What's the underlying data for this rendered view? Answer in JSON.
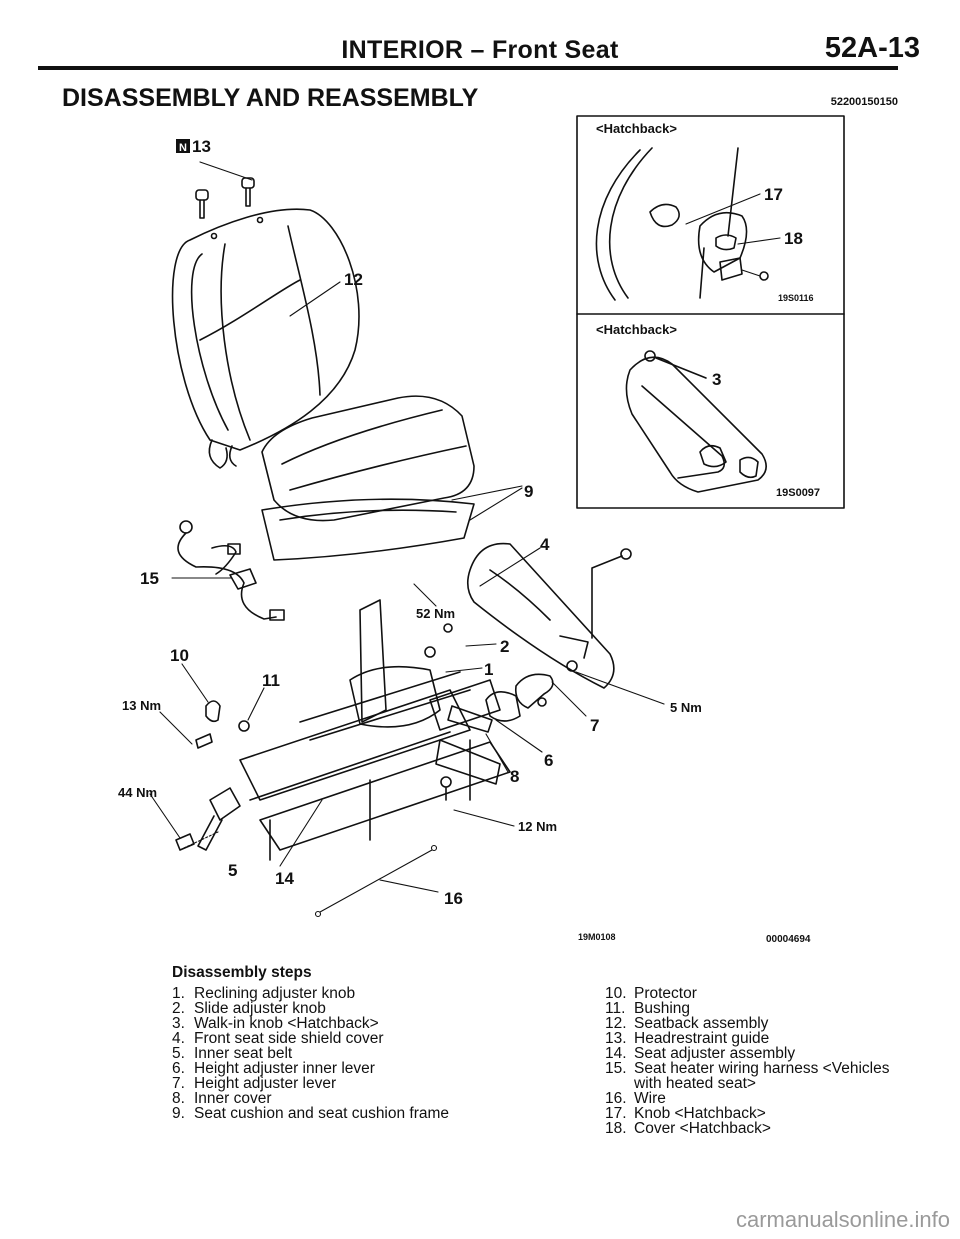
{
  "header": {
    "title": "INTERIOR – Front Seat",
    "page": "52A-13"
  },
  "section": {
    "title": "DISASSEMBLY AND REASSEMBLY",
    "code": "52200150150"
  },
  "figure": {
    "callouts": {
      "c1": "1",
      "c2": "2",
      "c3": "3",
      "c4": "4",
      "c5": "5",
      "c6": "6",
      "c7": "7",
      "c8": "8",
      "c9": "9",
      "c10": "10",
      "c11": "11",
      "c12": "12",
      "c14": "14",
      "c15": "15",
      "c16": "16",
      "c17": "17",
      "c18": "18"
    },
    "n13_badge": "N",
    "n13_label": "13",
    "torques": {
      "t52": "52 Nm",
      "t13": "13 Nm",
      "t44": "44 Nm",
      "t5": "5 Nm",
      "t12": "12 Nm"
    },
    "inset_top": {
      "label": "<Hatchback>",
      "code": "19S0116"
    },
    "inset_bottom": {
      "label": "<Hatchback>",
      "code": "19S0097"
    },
    "code_main": "19M0108",
    "code_sheet": "00004694"
  },
  "steps": {
    "title": "Disassembly steps",
    "left": [
      {
        "num": "1.",
        "text": "Reclining adjuster knob"
      },
      {
        "num": "2.",
        "text": "Slide adjuster knob"
      },
      {
        "num": "3.",
        "text": "Walk-in knob <Hatchback>"
      },
      {
        "num": "4.",
        "text": "Front seat side shield cover"
      },
      {
        "num": "5.",
        "text": "Inner seat belt"
      },
      {
        "num": "6.",
        "text": "Height adjuster inner lever"
      },
      {
        "num": "7.",
        "text": "Height adjuster lever"
      },
      {
        "num": "8.",
        "text": "Inner cover"
      },
      {
        "num": "9.",
        "text": "Seat cushion and seat cushion frame"
      }
    ],
    "right": [
      {
        "num": "10.",
        "text": "Protector"
      },
      {
        "num": "11.",
        "text": "Bushing"
      },
      {
        "num": "12.",
        "text": "Seatback assembly"
      },
      {
        "num": "13.",
        "text": "Headrestraint guide"
      },
      {
        "num": "14.",
        "text": "Seat adjuster assembly"
      },
      {
        "num": "15.",
        "text": "Seat heater wiring harness <Vehicles with heated seat>"
      },
      {
        "num": "16.",
        "text": "Wire"
      },
      {
        "num": "17.",
        "text": "Knob <Hatchback>"
      },
      {
        "num": "18.",
        "text": "Cover <Hatchback>"
      }
    ]
  },
  "footer": {
    "watermark": "carmanualsonline.info"
  }
}
